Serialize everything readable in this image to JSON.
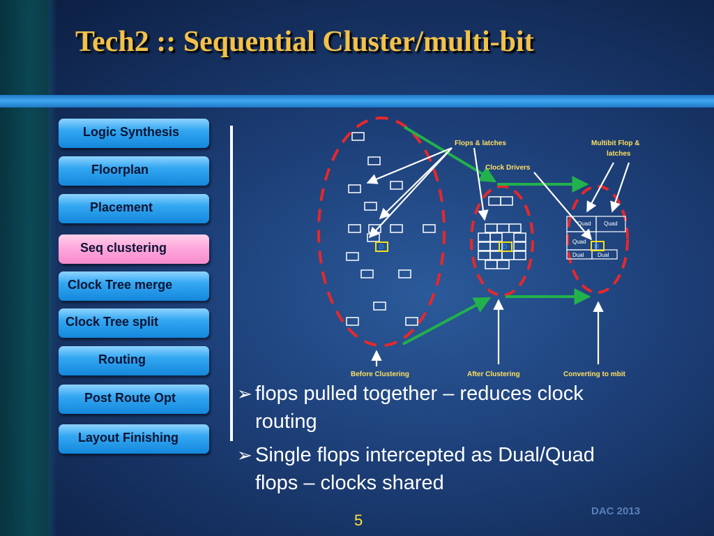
{
  "slide": {
    "title": "Tech2 :: Sequential Cluster/multi-bit",
    "footer": "DAC 2013",
    "page_number": "5"
  },
  "flow_steps": [
    {
      "label": "Logic Synthesis",
      "active": false
    },
    {
      "label": "Floorplan",
      "active": false
    },
    {
      "label": "Placement",
      "active": false
    },
    {
      "label": "Seq clustering",
      "active": true
    },
    {
      "label": "Clock Tree merge",
      "active": false
    },
    {
      "label": "Clock Tree split",
      "active": false
    },
    {
      "label": "Routing",
      "active": false
    },
    {
      "label": "Post Route Opt",
      "active": false
    },
    {
      "label": "Layout Finishing",
      "active": false
    }
  ],
  "diagram": {
    "labels": {
      "flops_latches": "Flops & latches",
      "multibit_line1": "Multibit Flop &",
      "multibit_line2": "latches",
      "clock_drivers": "Clock Drivers",
      "before": "Before  Clustering",
      "after": "After  Clustering",
      "converting": "Converting to mbit"
    },
    "driver_letter": "D",
    "cells": {
      "quad": "Quad",
      "dual": "Dual"
    },
    "colors": {
      "cluster_outline": "#e8282a",
      "flow_arrow": "#22b14c",
      "pointer_arrow": "#ffffff",
      "driver_box": "#f0e020",
      "label": "#ffe060"
    }
  },
  "bullets": [
    {
      "line1": "flops pulled together – reduces clock",
      "line2": "routing"
    },
    {
      "line1": "Single flops intercepted as Dual/Quad",
      "line2": "flops – clocks shared"
    }
  ]
}
